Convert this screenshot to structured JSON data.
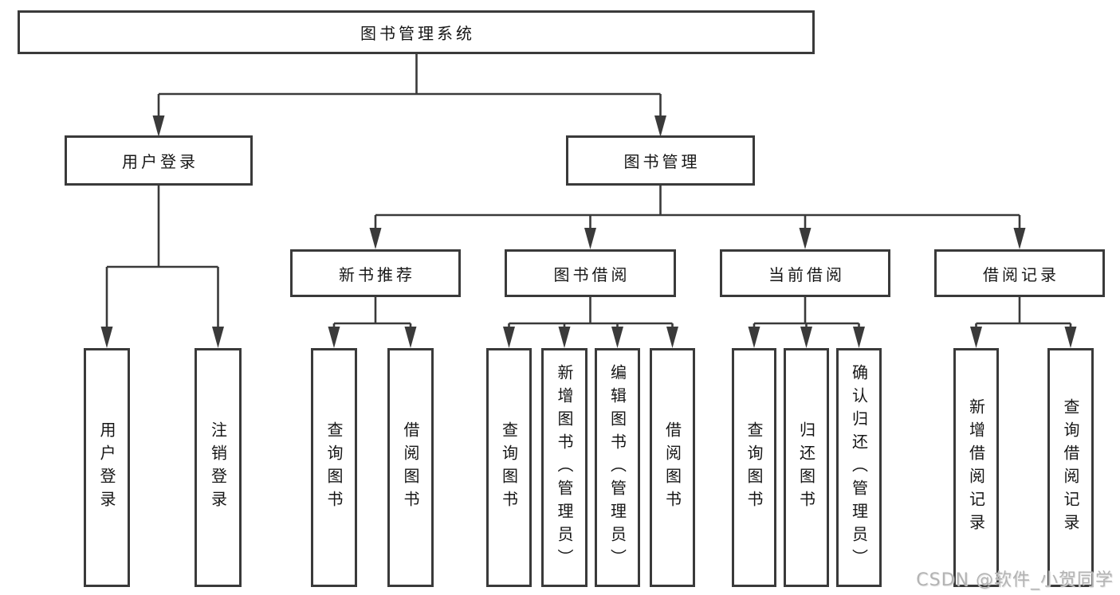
{
  "diagram": {
    "type": "hierarchy-tree",
    "colors": {
      "line": "#3a3a3a",
      "box_border": "#3a3a3a",
      "text": "#161616",
      "background": "#ffffff",
      "watermark": "#b3b3b3"
    }
  },
  "hierarchy": {
    "root": "图书管理系统",
    "children": [
      {
        "label": "用户登录",
        "children": [
          "用户登录",
          "注销登录"
        ]
      },
      {
        "label": "图书管理",
        "children": [
          {
            "label": "新书推荐",
            "children": [
              "查询图书",
              "借阅图书"
            ]
          },
          {
            "label": "图书借阅",
            "children": [
              "查询图书",
              "新增图书（管理员）",
              "编辑图书（管理员）",
              "借阅图书"
            ]
          },
          {
            "label": "当前借阅",
            "children": [
              "查询图书",
              "归还图书",
              "确认归还（管理员）"
            ]
          },
          {
            "label": "借阅记录",
            "children": [
              "新增借阅记录",
              "查询借阅记录"
            ]
          }
        ]
      }
    ]
  },
  "watermark": {
    "text": "CSDN @软件_小贺同学"
  }
}
